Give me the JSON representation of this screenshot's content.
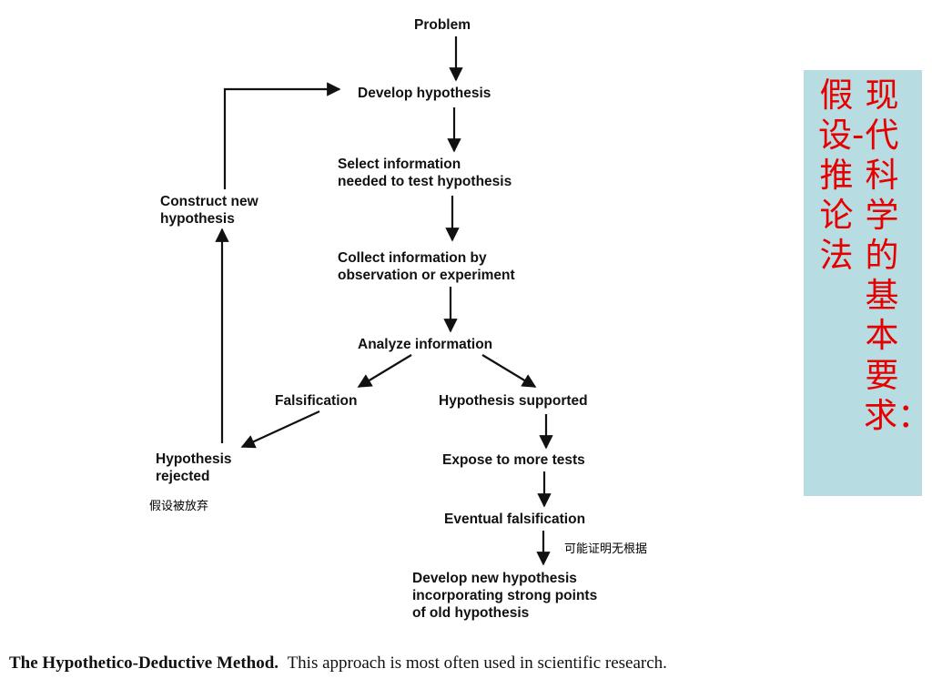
{
  "flow": {
    "problem": "Problem",
    "develop": "Develop hypothesis",
    "select": "Select information\nneeded to test hypothesis",
    "collect": "Collect information by\nobservation or experiment",
    "analyze": "Analyze information",
    "falsification": "Falsification",
    "supported": "Hypothesis supported",
    "rejected": "Hypothesis\nrejected",
    "construct": "Construct new\nhypothesis",
    "expose": "Expose to more tests",
    "eventual": "Eventual falsification",
    "new_hyp": "Develop new hypothesis\nincorporating strong points\nof old hypothesis"
  },
  "notes": {
    "rejected_cn": "假设被放弃",
    "eventual_cn": "可能证明无根据"
  },
  "sidebar": {
    "line1": "现代科学的基本要求：",
    "line2": "假设-推论法",
    "bg_color": "#b7dde3",
    "text_color": "#e60000"
  },
  "caption": {
    "bold": "The Hypothetico-Deductive Method.",
    "rest": "This approach is most often used in scientific research."
  }
}
